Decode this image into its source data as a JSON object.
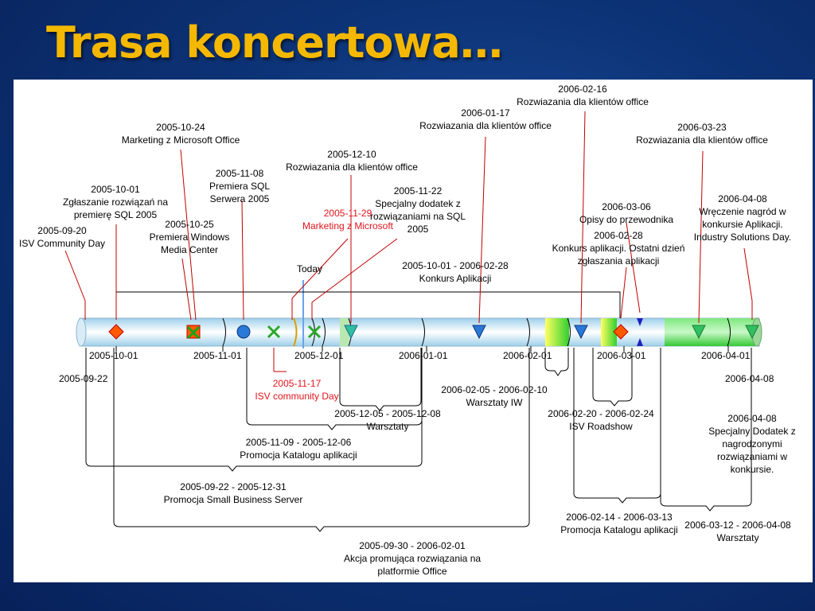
{
  "title": "Trasa koncertowa…",
  "today_label": "Today",
  "axis_ticks": [
    "2005-10-01",
    "2005-11-01",
    "2005-12-01",
    "2006-01-01",
    "2006-02-01",
    "2006-03-01",
    "2006-04-01"
  ],
  "edge_dates": {
    "start": "2005-09-22",
    "end": "2006-04-08"
  },
  "milestones": [
    {
      "date": "2005-09-20",
      "text": "ISV Community Day"
    },
    {
      "date": "2005-10-01",
      "text": "Zgłaszanie rozwiązań na premierę SQL 2005"
    },
    {
      "date": "2005-10-24",
      "text": "Marketing z Microsoft Office"
    },
    {
      "date": "2005-10-25",
      "text": "Premiera Windows Media Center"
    },
    {
      "date": "2005-11-08",
      "text": "Premiera SQL Serwera 2005"
    },
    {
      "date": "2005-11-29",
      "text": "Marketing z Microsoft",
      "highlight": true
    },
    {
      "date": "2005-11-22",
      "text": "Specjalny dodatek z rozwiązaniami na SQL 2005"
    },
    {
      "date": "2005-12-10",
      "text": "Rozwiazania dla klientów office"
    },
    {
      "date": "2005-11-17",
      "text": "ISV community Day",
      "highlight": true
    },
    {
      "date": "2006-01-17",
      "text": "Rozwiazania dla klientów office"
    },
    {
      "date": "2006-02-16",
      "text": "Rozwiazania dla klientów office"
    },
    {
      "date": "2006-03-06",
      "text": "Opisy do przewodnika"
    },
    {
      "date": "2006-02-28",
      "text": "Konkurs aplikacji. Ostatni dzień zgłaszania aplikacji"
    },
    {
      "date": "2006-03-23",
      "text": "Rozwiazania dla klientów office"
    },
    {
      "date": "2006-04-08",
      "text": "Wręczenie nagród w konkursie Aplikacji. Industry Solutions Day."
    },
    {
      "date": "2006-04-08",
      "text": "Specjalny Dodatek z nagrodzonymi rozwiązaniami w konkursie."
    }
  ],
  "spans": [
    {
      "range": "2005-10-01 - 2006-02-28",
      "text": "Konkurs Aplikacji"
    },
    {
      "range": "2006-02-05 - 2006-02-10",
      "text": "Warsztaty IW"
    },
    {
      "range": "2005-12-05 - 2005-12-08",
      "text": "Warsztaty"
    },
    {
      "range": "2006-02-20 - 2006-02-24",
      "text": "ISV Roadshow"
    },
    {
      "range": "2005-11-09 - 2005-12-06",
      "text": "Promocja Katalogu aplikacji"
    },
    {
      "range": "2005-09-22 - 2005-12-31",
      "text": "Promocja Small Business Server"
    },
    {
      "range": "2006-02-14 - 2006-03-13",
      "text": "Promocja Katalogu aplikacji"
    },
    {
      "range": "2006-03-12 - 2006-04-08",
      "text": "Warsztaty"
    },
    {
      "range": "2005-09-30 - 2006-02-01",
      "text": "Akcja promująca rozwiązania na platformie Office"
    }
  ],
  "colors": {
    "title": "#f5b800",
    "highlight": "#e0151b",
    "bar": "#bfe0f2",
    "green": "#3ad13a",
    "accent_line": "#c00000"
  }
}
